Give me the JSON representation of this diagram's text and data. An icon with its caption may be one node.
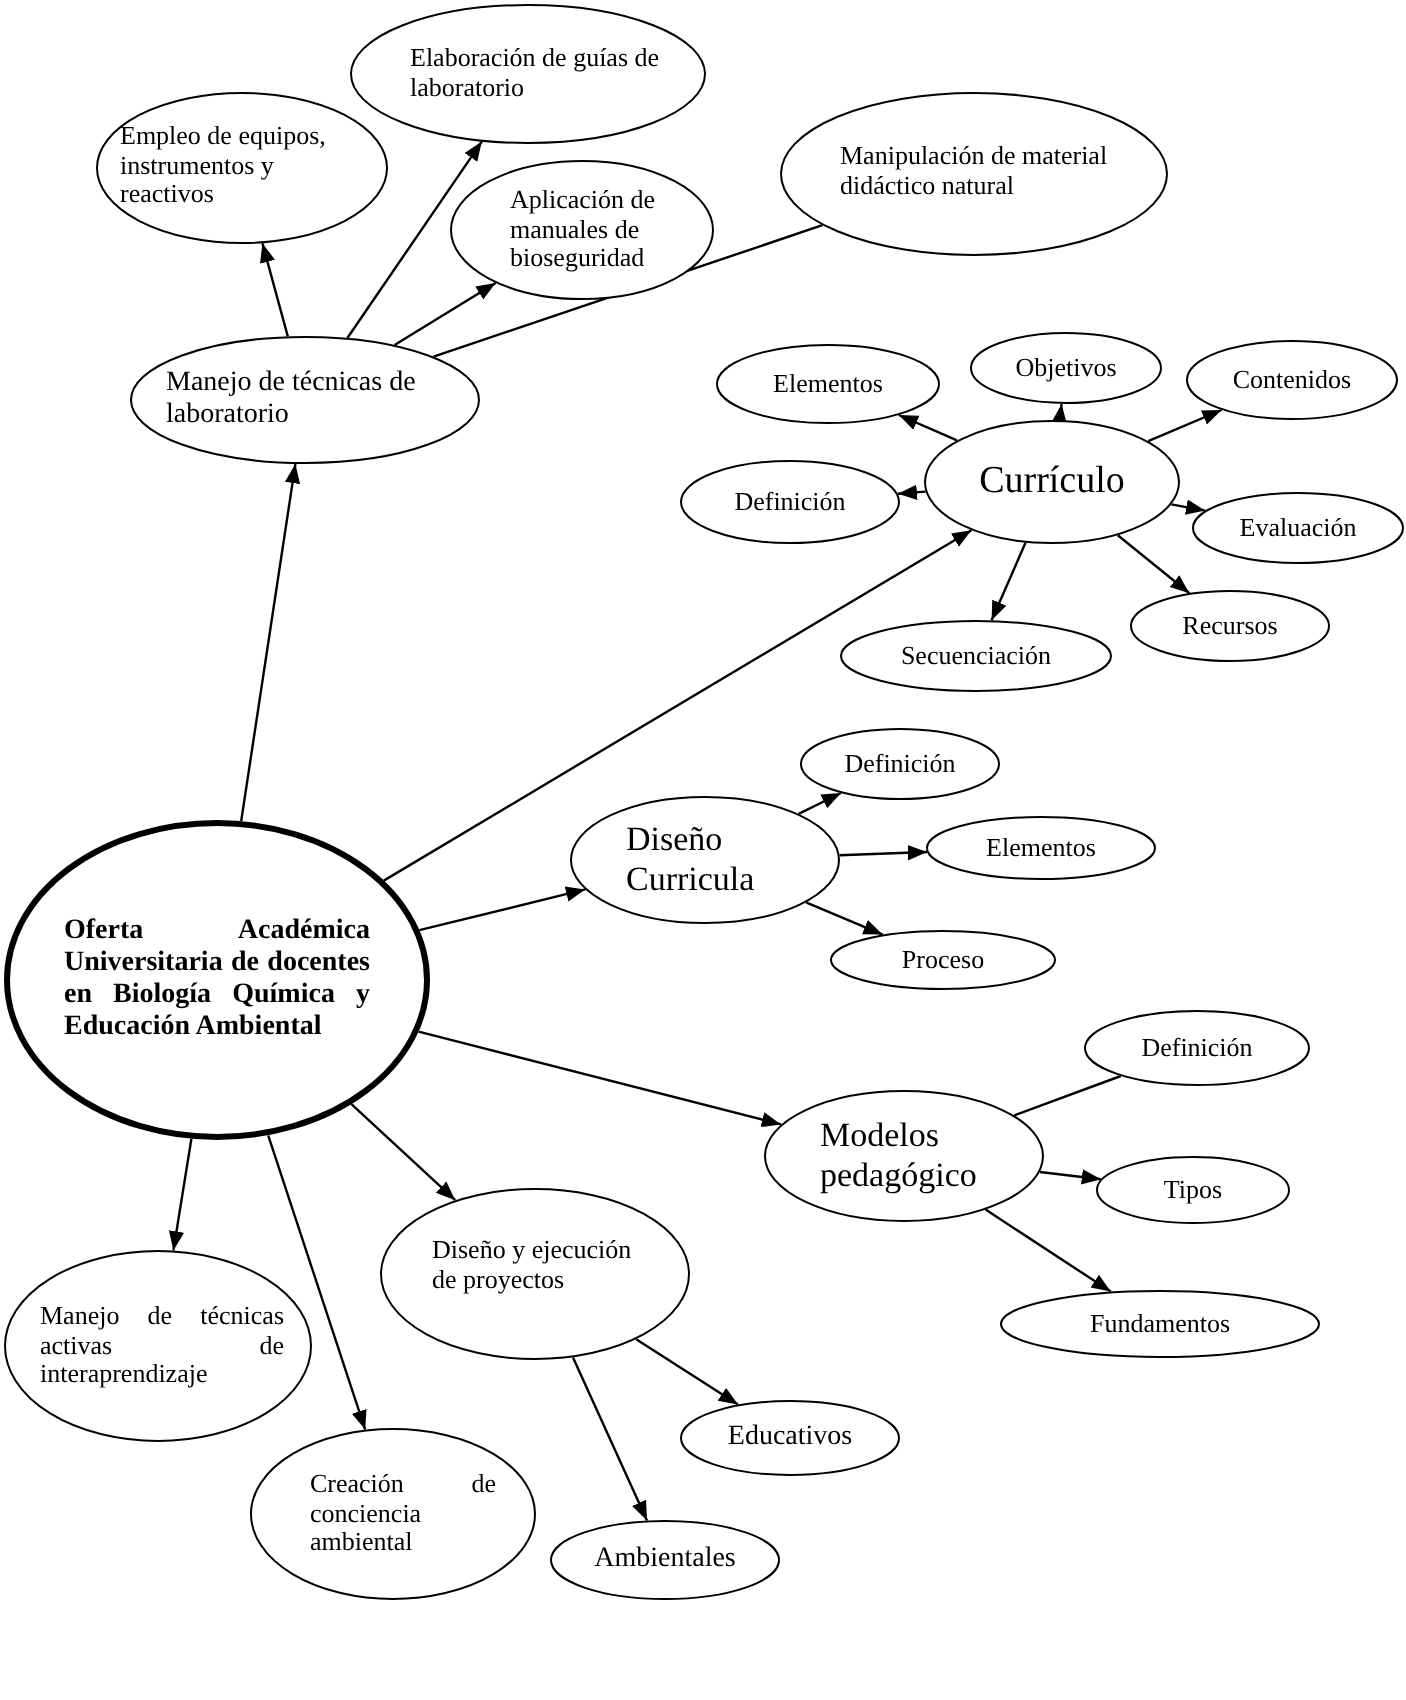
{
  "diagram": {
    "nodes": [
      {
        "text": [
          "Elaboración de guías de laboratorio"
        ]
      },
      {
        "text": [
          "Empleo de equipos, instrumentos y reactivos"
        ]
      },
      {
        "text": [
          "Manipulación de material didáctico natural"
        ]
      },
      {
        "text": [
          "Aplicación de manuales de bioseguridad"
        ]
      },
      {
        "text": [
          "Manejo de técnicas de laboratorio"
        ]
      },
      {
        "text": [
          "Elementos"
        ]
      },
      {
        "text": [
          "Objetivos"
        ]
      },
      {
        "text": [
          "Contenidos"
        ]
      },
      {
        "text": [
          "Currículo"
        ]
      },
      {
        "text": [
          "Definición"
        ]
      },
      {
        "text": [
          "Evaluación"
        ]
      },
      {
        "text": [
          "Recursos"
        ]
      },
      {
        "text": [
          "Secuenciación"
        ]
      },
      {
        "text": [
          "Definición"
        ]
      },
      {
        "text": [
          "Elementos"
        ]
      },
      {
        "text": [
          "Diseño Curricula"
        ]
      },
      {
        "text": [
          "Proceso"
        ]
      },
      {
        "text": [
          "Oferta Académica Universitaria de docentes en Biología Química y Educación Ambiental"
        ]
      },
      {
        "text": [
          "Definición"
        ]
      },
      {
        "text": [
          "Modelos pedagógico"
        ]
      },
      {
        "text": [
          "Tipos"
        ]
      },
      {
        "text": [
          "Diseño y ejecución de proyectos"
        ]
      },
      {
        "text": [
          "Fundamentos"
        ]
      },
      {
        "text": [
          "Manejo de técnicas activas de interaprendizaje"
        ]
      },
      {
        "text": [
          "Educativos"
        ]
      },
      {
        "text": [
          "Creación de conciencia ambiental"
        ]
      },
      {
        "text": [
          "Ambientales"
        ]
      }
    ],
    "edges": [
      {
        "from": 17,
        "to": 4,
        "arrow": "to"
      },
      {
        "from": 4,
        "to": 1,
        "arrow": "to"
      },
      {
        "from": 4,
        "to": 0,
        "arrow": "to"
      },
      {
        "from": 4,
        "to": 3,
        "arrow": "to"
      },
      {
        "from": 4,
        "to": 2,
        "arrow": "none"
      },
      {
        "from": 17,
        "to": 8,
        "arrow": "to"
      },
      {
        "from": 8,
        "to": 5,
        "arrow": "to"
      },
      {
        "from": 8,
        "to": 6,
        "arrow": "to"
      },
      {
        "from": 8,
        "to": 7,
        "arrow": "to"
      },
      {
        "from": 8,
        "to": 9,
        "arrow": "to"
      },
      {
        "from": 8,
        "to": 10,
        "arrow": "to"
      },
      {
        "from": 8,
        "to": 11,
        "arrow": "to"
      },
      {
        "from": 8,
        "to": 12,
        "arrow": "to"
      },
      {
        "from": 17,
        "to": 15,
        "arrow": "to"
      },
      {
        "from": 15,
        "to": 13,
        "arrow": "to"
      },
      {
        "from": 15,
        "to": 14,
        "arrow": "to"
      },
      {
        "from": 15,
        "to": 16,
        "arrow": "to"
      },
      {
        "from": 17,
        "to": 19,
        "arrow": "to"
      },
      {
        "from": 19,
        "to": 18,
        "arrow": "none"
      },
      {
        "from": 19,
        "to": 20,
        "arrow": "to"
      },
      {
        "from": 19,
        "to": 22,
        "arrow": "to"
      },
      {
        "from": 17,
        "to": 21,
        "arrow": "to"
      },
      {
        "from": 21,
        "to": 24,
        "arrow": "to"
      },
      {
        "from": 21,
        "to": 26,
        "arrow": "to"
      },
      {
        "from": 17,
        "to": 23,
        "arrow": "to"
      },
      {
        "from": 17,
        "to": 25,
        "arrow": "to"
      }
    ]
  }
}
